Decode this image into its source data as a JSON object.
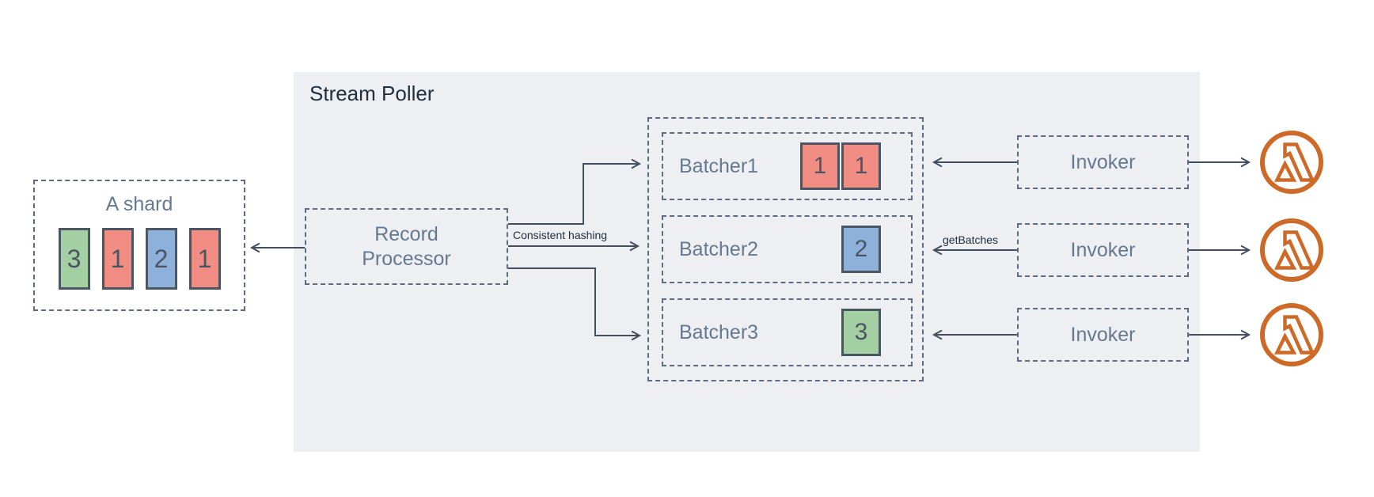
{
  "diagram": {
    "shard": {
      "title": "A shard",
      "records": [
        {
          "value": "3",
          "color": "green"
        },
        {
          "value": "1",
          "color": "red"
        },
        {
          "value": "2",
          "color": "blue"
        },
        {
          "value": "1",
          "color": "red"
        }
      ]
    },
    "stream_poller": {
      "title": "Stream Poller",
      "record_processor": {
        "line1": "Record",
        "line2": "Processor"
      },
      "labels": {
        "consistent_hashing": "Consistent hashing",
        "get_batches": "getBatches"
      },
      "batchers": [
        {
          "label": "Batcher1",
          "records": [
            {
              "value": "1",
              "color": "red"
            },
            {
              "value": "1",
              "color": "red"
            }
          ]
        },
        {
          "label": "Batcher2",
          "records": [
            {
              "value": "2",
              "color": "blue"
            }
          ]
        },
        {
          "label": "Batcher3",
          "records": [
            {
              "value": "3",
              "color": "green"
            }
          ]
        }
      ],
      "invokers": [
        {
          "label": "Invoker"
        },
        {
          "label": "Invoker"
        },
        {
          "label": "Invoker"
        }
      ]
    }
  },
  "colors": {
    "red": "#F28D83",
    "blue": "#8DB1DB",
    "green": "#A3CFA2",
    "square_border": "#4A5663",
    "dash_border": "#5D6C80",
    "box_label": "#66798F",
    "title": "#232F3E",
    "arrow": "#434E5E",
    "container_bg": "#EEEFF3",
    "lambda_orange": "#CE6A28"
  }
}
